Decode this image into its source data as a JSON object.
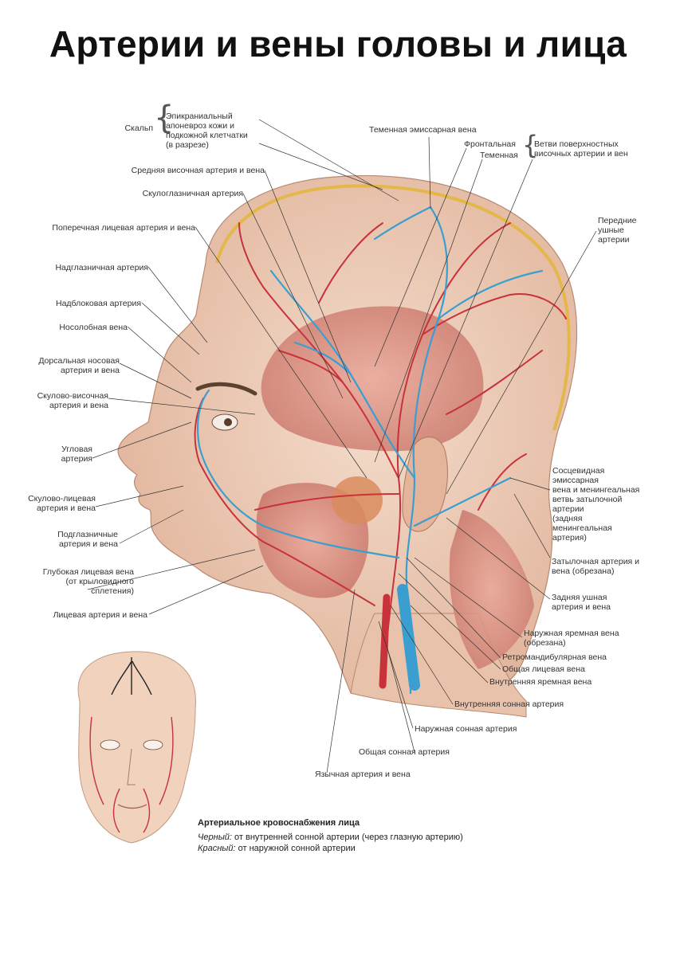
{
  "title": "Артерии и вены головы и лица",
  "labels_left": [
    {
      "id": "scalp",
      "text": "Скальп"
    },
    {
      "id": "epicranial",
      "text": "Эпикраниальный\nапоневроз кожи и\nподкожной клетчатки\n(в разрезе)"
    },
    {
      "id": "mid_temporal",
      "text": "Средняя височная артерия и вена"
    },
    {
      "id": "zygomatico_orbital",
      "text": "Скулоглазничная артерия"
    },
    {
      "id": "transverse_facial",
      "text": "Поперечная лицевая артерия и вена"
    },
    {
      "id": "supraorbital",
      "text": "Надглазничная артерия"
    },
    {
      "id": "supratrochlear",
      "text": "Надблоковая артерия"
    },
    {
      "id": "nasofrontal",
      "text": "Носолобная вена"
    },
    {
      "id": "dorsal_nasal",
      "text": "Дорсальная носовая\nартерия и вена"
    },
    {
      "id": "zygomatico_temporal",
      "text": "Скулово-височная\nартерия и вена"
    },
    {
      "id": "angular",
      "text": "Угловая\nартерия"
    },
    {
      "id": "zygomatico_facial",
      "text": "Скулово-лицевая\nартерия и вена"
    },
    {
      "id": "infraorbital",
      "text": "Подглазничные\nартерия и вена"
    },
    {
      "id": "deep_facial",
      "text": "Глубокая лицевая вена\n(от крыловидного\nсплетения)"
    },
    {
      "id": "facial",
      "text": "Лицевая артерия и вена"
    }
  ],
  "labels_right": [
    {
      "id": "parietal_emissary",
      "text": "Теменная эмиссарная вена"
    },
    {
      "id": "frontal",
      "text": "Фронтальная"
    },
    {
      "id": "parietal",
      "text": "Теменная"
    },
    {
      "id": "superficial_temporal",
      "text": "Ветви поверхностных\nвисочных артерии и вен"
    },
    {
      "id": "anterior_auricular",
      "text": "Передние\nушные\nартерии"
    },
    {
      "id": "mastoid_emissary",
      "text": "Сосцевидная\nэмиссарная\nвена и менингеальная\nветвь затылочной\nартерии\n(задняя\nменингеальная\nартерия)"
    },
    {
      "id": "occipital",
      "text": "Затылочная артерия и\nвена (обрезана)"
    },
    {
      "id": "posterior_auricular",
      "text": "Задняя ушная\nартерия и вена"
    },
    {
      "id": "external_jugular",
      "text": "Наружная яремная вена\n(обрезана)"
    },
    {
      "id": "retromandibular",
      "text": "Ретромандибулярная вена"
    },
    {
      "id": "common_facial",
      "text": "Общая лицевая вена"
    },
    {
      "id": "internal_jugular",
      "text": "Внутренняя яремная вена"
    }
  ],
  "labels_bottom": [
    {
      "id": "internal_carotid",
      "text": "Внутренняя сонная артерия"
    },
    {
      "id": "external_carotid",
      "text": "Наружная сонная артерия"
    },
    {
      "id": "common_carotid",
      "text": "Общая сонная артерия"
    },
    {
      "id": "lingual",
      "text": "Язычная артерия и вена"
    }
  ],
  "legend": {
    "title": "Артериальное кровоснабжения лица",
    "black_term": "Черный:",
    "black_desc": " от внутренней сонной артерии (через глазную артерию)",
    "red_term": "Красный:",
    "red_desc": " от наружной сонной артерии"
  },
  "colors": {
    "artery": "#c8323a",
    "vein": "#3a9fd0",
    "skin": "#efd0bc",
    "muscle": "#d9857a",
    "fat": "#e9c46a",
    "leader": "#333333"
  }
}
